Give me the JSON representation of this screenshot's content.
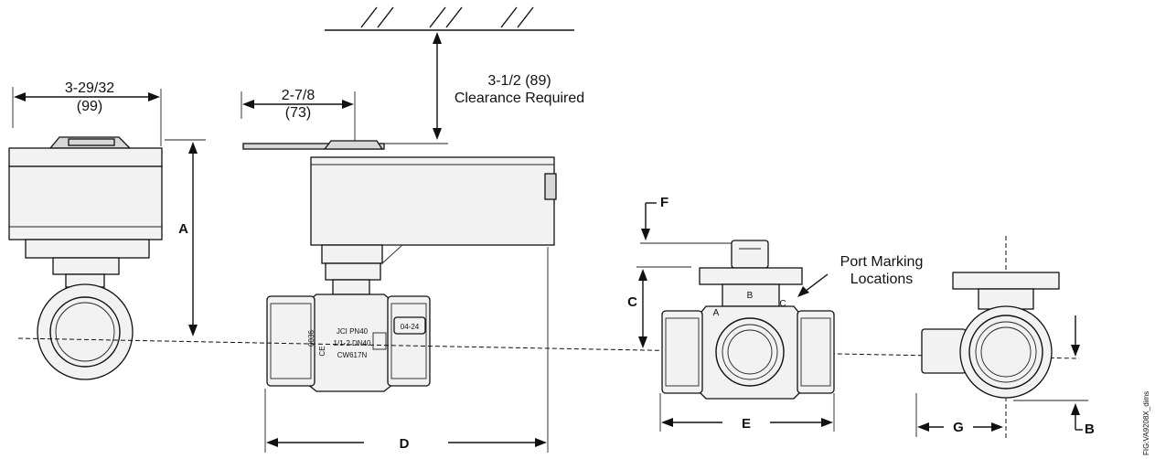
{
  "dims": {
    "width_in": "3-29/32",
    "width_mm": "(99)",
    "depth_in": "2-7/8",
    "depth_mm": "(73)",
    "clearance_value": "3-1/2 (89)",
    "clearance_text": "Clearance Required"
  },
  "letters": {
    "a": "A",
    "b": "B",
    "c": "C",
    "d": "D",
    "e": "E",
    "f": "F",
    "g": "G"
  },
  "callout": {
    "line1": "Port Marking",
    "line2": "Locations"
  },
  "port_letters": {
    "a": "A",
    "b": "B",
    "c": "C"
  },
  "valve_markings": {
    "badge": "04-24",
    "line1": "JCI PN40",
    "line2": "1/1-2 DN40",
    "line3": "CW617N",
    "ce": "CE",
    "code": "0036"
  },
  "figure_id": "FIG:VA9208X_dims"
}
